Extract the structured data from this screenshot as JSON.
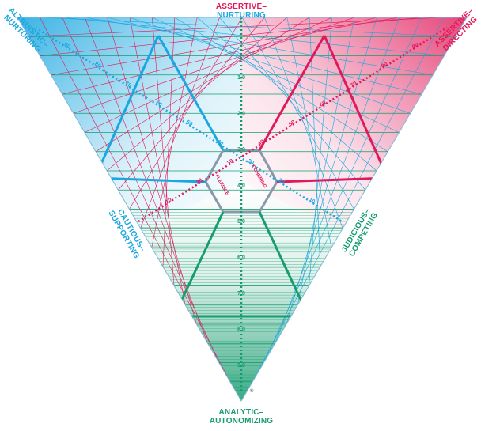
{
  "labels": {
    "top_a": "ASSERTIVE–",
    "top_b": "NURTURING",
    "top_left_a": "ALTRUISTIC–",
    "top_left_b": "NURTURING",
    "top_right_a": "ASSERTIVE–",
    "top_right_b": "DIRECTING",
    "left_a": "CAUTIOUS–",
    "left_b": "SUPPORTING",
    "right_a": "JUDICIOUS–",
    "right_b": "COMPETING",
    "bottom_a": "ANALYTIC–",
    "bottom_b": "AUTONOMIZING",
    "center_left": "FLEXIBLE",
    "center_right": "COHERING",
    "registered": "®"
  },
  "colors": {
    "blue": "#1aa6e0",
    "red": "#e0195a",
    "green": "#169c6e",
    "grid": "#2b7fb0"
  },
  "axis_ticks": {
    "vertical": [
      "1.0",
      "2.0",
      "3.0",
      "4.0",
      "5.0",
      "6.0",
      "7.0",
      "8.0",
      "9.0"
    ],
    "red_diagonal": [
      "10",
      "20",
      "30",
      "40",
      "50",
      "60",
      "70",
      "80",
      "90"
    ],
    "blue_diagonal": [
      "10",
      "20",
      "30",
      "40",
      "50",
      "60",
      "70",
      "80",
      "90"
    ]
  }
}
